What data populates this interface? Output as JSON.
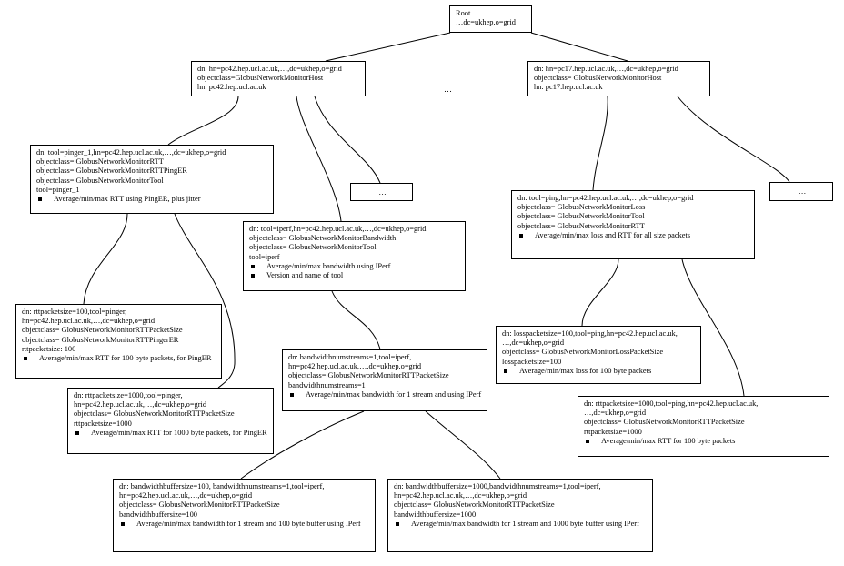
{
  "diagram": {
    "nodes": [
      {
        "id": "root",
        "lines": [
          "Root",
          "…dc=ukhep,o=grid"
        ],
        "bullets": []
      },
      {
        "id": "host-pc42",
        "lines": [
          "dn: hn=pc42.hep.ucl.ac.uk,…,dc=ukhep,o=grid",
          "objectclass=GlobusNetworkMonitorHost",
          "hn: pc42.hep.ucl.ac.uk"
        ],
        "bullets": []
      },
      {
        "id": "host-pc17",
        "lines": [
          "dn: hn=pc17.hep.ucl.ac.uk,…,dc=ukhep,o=grid",
          "objectclass= GlobusNetworkMonitorHost",
          "hn: pc17.hep.ucl.ac.uk"
        ],
        "bullets": []
      },
      {
        "id": "tool-pinger",
        "lines": [
          "dn: tool=pinger_1,hn=pc42.hep.ucl.ac.uk,…,dc=ukhep,o=grid",
          "objectclass= GlobusNetworkMonitorRTT",
          "objectclass= GlobusNetworkMonitorRTTPingER",
          "objectclass= GlobusNetworkMonitorTool",
          "tool=pinger_1"
        ],
        "bullets": [
          "Average/min/max RTT using PingER, plus jitter"
        ]
      },
      {
        "id": "ellipsis-pc42",
        "lines": [
          "…"
        ],
        "bullets": []
      },
      {
        "id": "ellipsis-pc17",
        "lines": [
          "…"
        ],
        "bullets": []
      },
      {
        "id": "tool-iperf",
        "lines": [
          "dn: tool=iperf,hn=pc42.hep.ucl.ac.uk,…,dc=ukhep,o=grid",
          "objectclass= GlobusNetworkMonitorBandwidth",
          "objectclass= GlobusNetworkMonitorTool",
          "tool=iperf"
        ],
        "bullets": [
          "Average/min/max bandwidth using IPerf",
          "Version and name of tool"
        ]
      },
      {
        "id": "tool-ping",
        "lines": [
          "dn: tool=ping,hn=pc42.hep.ucl.ac.uk,…,dc=ukhep,o=grid",
          "objectclass= GlobusNetworkMonitorLoss",
          "objectclass= GlobusNetworkMonitorTool",
          "objectclass= GlobusNetworkMonitorRTT"
        ],
        "bullets": [
          "Average/min/max loss and RTT for all size packets"
        ]
      },
      {
        "id": "pinger-100",
        "lines": [
          "dn: rttpacketsize=100,tool=pinger,",
          "hn=pc42.hep.ucl.ac.uk,…,dc=ukhep,o=grid",
          "objectclass= GlobusNetworkMonitorRTTPacketSize",
          "objectclass= GlobusNetworkMonitorRTTPingerER",
          "rttpacketsize: 100"
        ],
        "bullets": [
          "Average/min/max RTT for 100 byte packets, for PingER"
        ]
      },
      {
        "id": "pinger-1000",
        "lines": [
          "dn: rttpacketsize=1000,tool=pinger,",
          "hn=pc42.hep.ucl.ac.uk,…,dc=ukhep,o=grid",
          "objectclass= GlobusNetworkMonitorRTTPacketSize",
          "rttpacketsize=1000"
        ],
        "bullets": [
          "Average/min/max RTT for 1000 byte packets, for PingER"
        ]
      },
      {
        "id": "iperf-streams",
        "lines": [
          "dn: bandwidthnumstreams=1,tool=iperf,",
          "hn=pc42.hep.ucl.ac.uk,…,dc=ukhep,o=grid",
          "objectclass= GlobusNetworkMonitorRTTPacketSize",
          "bandwidthnumstreams=1"
        ],
        "bullets": [
          "Average/min/max bandwidth for 1 stream and using IPerf"
        ]
      },
      {
        "id": "ping-loss-100",
        "lines": [
          "dn: losspacketsize=100,tool=ping,hn=pc42.hep.ucl.ac.uk,",
          "…,dc=ukhep,o=grid",
          "objectclass= GlobusNetworkMonitorLossPacketSize",
          "losspacketsize=100"
        ],
        "bullets": [
          "Average/min/max loss for 100 byte packets"
        ]
      },
      {
        "id": "ping-rtt-1000",
        "lines": [
          "dn: rttpacketsize=1000,tool=ping,hn=pc42.hep.ucl.ac.uk,",
          "…,dc=ukhep,o=grid",
          "objectclass= GlobusNetworkMonitorRTTPacketSize",
          "rttpacketsize=1000"
        ],
        "bullets": [
          "Average/min/max RTT for 100 byte packets"
        ]
      },
      {
        "id": "iperf-buffer-100",
        "lines": [
          "dn: bandwidthbuffersize=100, bandwidthnumstreams=1,tool=iperf,",
          "hn=pc42.hep.ucl.ac.uk,…,dc=ukhep,o=grid",
          "objectclass= GlobusNetworkMonitorRTTPacketSize",
          "bandwidthbuffersize=100"
        ],
        "bullets": [
          "Average/min/max bandwidth for 1 stream and 100 byte buffer using IPerf"
        ]
      },
      {
        "id": "iperf-buffer-1000",
        "lines": [
          "dn: bandwidthbuffersize=1000,bandwidthnumstreams=1,tool=iperf,",
          "hn=pc42.hep.ucl.ac.uk,…,dc=ukhep,o=grid",
          "objectclass= GlobusNetworkMonitorRTTPacketSize",
          "bandwidthbuffersize=1000"
        ],
        "bullets": [
          "Average/min/max bandwidth for 1 stream and 1000 byte buffer using IPerf"
        ]
      }
    ],
    "host_gap_ellipsis": "…",
    "edges": [
      [
        "root",
        "host-pc42"
      ],
      [
        "root",
        "host-pc17"
      ],
      [
        "host-pc42",
        "tool-pinger"
      ],
      [
        "host-pc42",
        "tool-iperf"
      ],
      [
        "host-pc42",
        "ellipsis-pc42"
      ],
      [
        "host-pc17",
        "tool-ping"
      ],
      [
        "host-pc17",
        "ellipsis-pc17"
      ],
      [
        "tool-pinger",
        "pinger-100"
      ],
      [
        "tool-pinger",
        "pinger-1000"
      ],
      [
        "tool-iperf",
        "iperf-streams"
      ],
      [
        "iperf-streams",
        "iperf-buffer-100"
      ],
      [
        "iperf-streams",
        "iperf-buffer-1000"
      ],
      [
        "tool-ping",
        "ping-loss-100"
      ],
      [
        "tool-ping",
        "ping-rtt-1000"
      ]
    ]
  }
}
